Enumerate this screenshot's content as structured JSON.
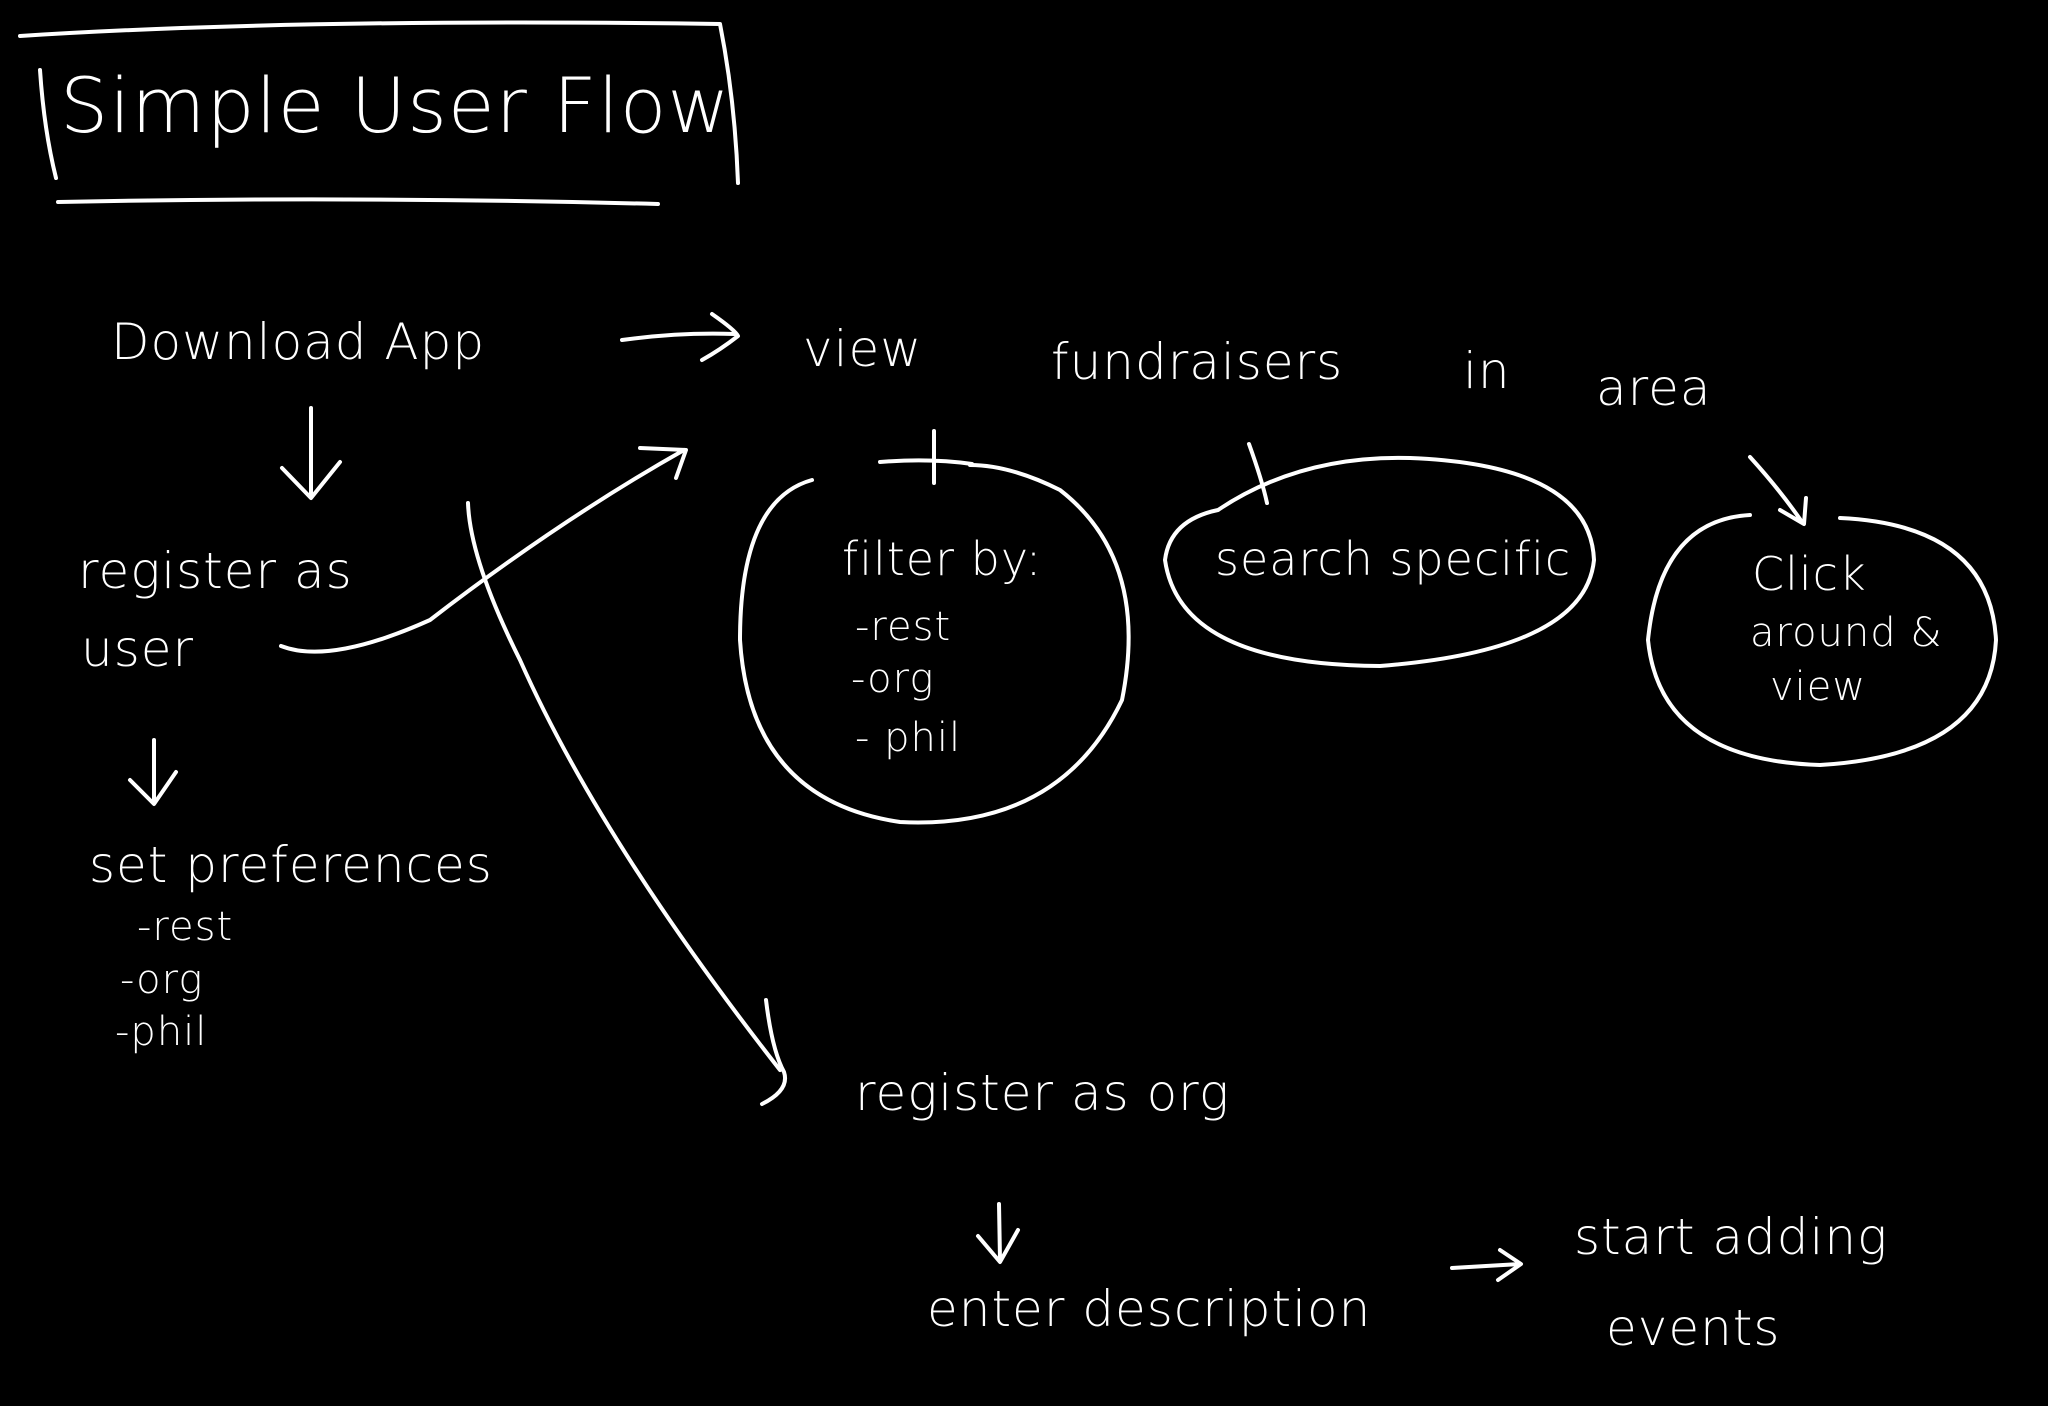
{
  "title": "Simple User Flow",
  "colors": {
    "background": "#000000",
    "ink": "#ffffff"
  },
  "nodes": {
    "download_app": "Download App",
    "view": "view",
    "fundraisers": "fundraisers",
    "in": "in",
    "area": "area",
    "register_as": "register as",
    "user": "user",
    "set_preferences": "set preferences",
    "preferences_list": [
      "-rest",
      "-org",
      "-phil"
    ],
    "filter_by": "filter by:",
    "filter_list": [
      "-rest",
      "-org",
      "- phil"
    ],
    "search_specific": "search specific",
    "click_line1": "Click",
    "click_line2": "around &",
    "click_line3": "view",
    "register_as_org": "register as org",
    "enter_description": "enter description",
    "start_adding": "start adding",
    "events": "events"
  }
}
